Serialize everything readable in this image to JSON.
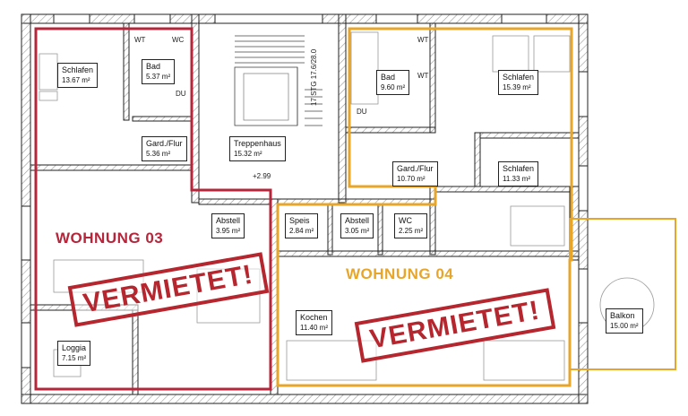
{
  "colors": {
    "wall": "#1d1d1d",
    "hatch": "#c8c8c8",
    "unit03": "#b5263b",
    "unit04": "#e7a62a",
    "stamp": "#b5262e",
    "furniture": "#9a9a9a"
  },
  "units": [
    {
      "label": "WOHNUNG 03",
      "stamp": "VERMIETET!"
    },
    {
      "label": "WOHNUNG 04",
      "stamp": "VERMIETET!"
    }
  ],
  "rooms": [
    {
      "name": "Schlafen",
      "area": "13.67 m²"
    },
    {
      "name": "Bad",
      "area": "5.37 m²"
    },
    {
      "name": "Gard./Flur",
      "area": "5.36 m²"
    },
    {
      "name": "Treppenhaus",
      "area": "15.32 m²"
    },
    {
      "name": "Bad",
      "area": "9.60 m²"
    },
    {
      "name": "Schlafen",
      "area": "15.39 m²"
    },
    {
      "name": "Gard./Flur",
      "area": "10.70 m²"
    },
    {
      "name": "Schlafen",
      "area": "11.33 m²"
    },
    {
      "name": "Abstell",
      "area": "3.95 m²"
    },
    {
      "name": "Speis",
      "area": "2.84 m²"
    },
    {
      "name": "Abstell",
      "area": "3.05 m²"
    },
    {
      "name": "WC",
      "area": "2.25 m²"
    },
    {
      "name": "Kochen",
      "area": "11.40 m²"
    },
    {
      "name": "Balkon",
      "area": "15.00 m²"
    },
    {
      "name": "Loggia",
      "area": "7.15 m²"
    }
  ],
  "annotations": {
    "level": "+2.99",
    "stair": "17 STG 17.6/28.0",
    "wc_left": "WC",
    "wt_left": "WT",
    "du_left": "DU",
    "wt_right": "WT",
    "du_right": "DU",
    "wt_right2": "WT"
  }
}
